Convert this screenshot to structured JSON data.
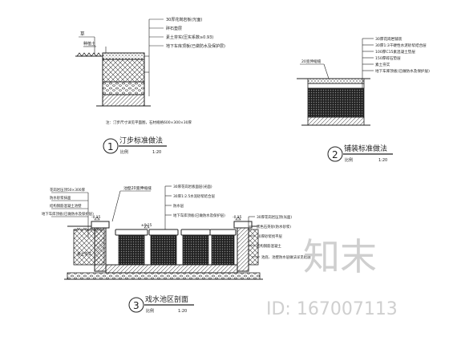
{
  "detail1": {
    "marker": "1",
    "title": "汀步标准做法",
    "scale_label": "比例",
    "scale": "1:20",
    "callouts": [
      "30厚花岗岩板(光面)",
      "碎石垫层",
      "素土夯实(压实系数≥0.93)",
      "地下车库顶板(已做防水及保护层)"
    ],
    "left_labels": [
      "草",
      "种植土"
    ],
    "note": "注：汀步尺寸详见平面图，石材规格600×300×30厚"
  },
  "detail2": {
    "marker": "2",
    "title": "铺装标准做法",
    "scale_label": "比例",
    "scale": "1:20",
    "callouts": [
      "30厚花岗岩铺装",
      "30厚1:3干硬性水泥砂浆结合层",
      "100厚C15素混凝土垫层",
      "150厚碎石垫层",
      "素土夯实",
      "地下车库顶板(已做防水及保护层)"
    ],
    "left_label": "20宽伸缩缝"
  },
  "detail3": {
    "marker": "3",
    "title": "戏水池区剖面",
    "scale_label": "比例",
    "scale": "1:20",
    "top_callout": "池壁20宽伸缩缝",
    "left_callouts": [
      "花岗岩压顶50×300厚",
      "防水砂浆抹面",
      "结构钢筋混凝土池壁",
      "地下车库顶板(已做防水及保护层)"
    ],
    "mid_callouts": [
      "30厚花岗岩板面层(光面)",
      "30厚1:2.5水泥砂浆结合层",
      "防水层",
      "地下车库顶板(已做防水及保护层)"
    ],
    "right_callouts": [
      "30厚花岗岩压顶(光面)",
      "黑色石英砂(防水砂浆)",
      "30厚砂浆找平层",
      "结构钢筋混凝土"
    ],
    "right_bottom_note": "池底、池壁防水层做法详见结施",
    "elevations": [
      "-0.15",
      "±0.15",
      "-0.15"
    ],
    "left_label": "素土夯实"
  },
  "watermark": {
    "brand": "知末",
    "id_text": "ID: 167007113"
  },
  "colors": {
    "line": "#222222",
    "hatch": "#555555",
    "watermark": "#c9c9c9"
  }
}
